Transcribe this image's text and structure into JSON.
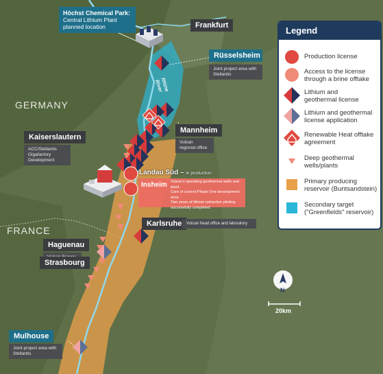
{
  "countries": {
    "germany": "GERMANY",
    "france": "FRANCE"
  },
  "cities": {
    "frankfurt": "Frankfurt",
    "russelsheim": "Rüsselsheim",
    "russelsheim_note": "Joint project area with Stellantis",
    "mannheim": "Mannheim",
    "mannheim_note": "Vulcan regional office",
    "kaiserslautern": "Kaiserslautern",
    "kaiserslautern_note": "ACC/Stellantis Gigafactory Development",
    "karlsruhe": "Karlsruhe",
    "karlsruhe_note": "Vulcan head office and laboratory",
    "haguenau": "Haguenau",
    "haguenau_note": "Vulcan France office",
    "strasbourg": "Strasbourg",
    "mulhouse": "Mulhouse",
    "mulhouse_note": "Joint project area with Stellantis"
  },
  "hochst": {
    "title": "Höchst Chemical Park:",
    "line1": "Central Lithium Plant",
    "line2": "planned location"
  },
  "landau": {
    "title": "Landau Süd –",
    "suffix": "in production"
  },
  "insheim": {
    "title": "Insheim",
    "note1": "Vulcan's operating geothermal wells and plant.",
    "note2": "Core of current Phase One development area.",
    "note3": "Two years of lithium extraction piloting",
    "note4": "successfully completed"
  },
  "river_label": "Rhine River",
  "scale_label": "20km",
  "compass_label": "N",
  "legend": {
    "title": "Legend",
    "items": [
      {
        "label1": "Production license",
        "label2": ""
      },
      {
        "label1": "Access to the license",
        "label2": "through a brine offtake"
      },
      {
        "label1": "Lithium and",
        "label2": "geothermal license"
      },
      {
        "label1": "Lithium and geothermal",
        "label2": "license application"
      },
      {
        "label1": "Renewable Heat offtake",
        "label2": "agreement"
      },
      {
        "label1": "Deep geothermal",
        "label2": "wells/plants"
      },
      {
        "label1": "Primary producing",
        "label2": "reservoir (Buntsandstein)"
      },
      {
        "label1": "Secondary target",
        "label2": "(\"Greenfields\" reservoir)"
      }
    ]
  },
  "colors": {
    "terrain": "#5a6b45",
    "primary_reservoir": "#e8a04a",
    "secondary_reservoir": "#29b6d9",
    "river": "#8fd8ee",
    "production_red": "#e04a40",
    "offtake_salmon": "#f08a78",
    "license_red": "#d63a3a",
    "license_navy": "#24335a",
    "application_pink": "#f0a3a3",
    "application_blue": "#5d6f95",
    "legend_navy": "#1e3a5c",
    "city_teal": "#1e6f8a",
    "city_dark": "#3a3c40"
  }
}
